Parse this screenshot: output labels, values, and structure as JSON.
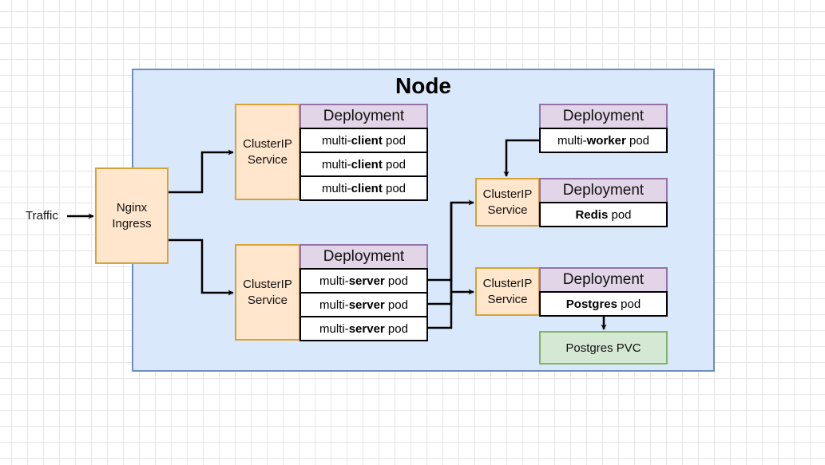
{
  "node": {
    "title": "Node"
  },
  "traffic": "Traffic",
  "ingress": {
    "line1": "Nginx",
    "line2": "Ingress"
  },
  "service": {
    "line1": "ClusterIP",
    "line2": "Service"
  },
  "deployment_label": "Deployment",
  "pod_prefix": "multi-",
  "pod_suffix": " pod",
  "client_name": "client",
  "server_name": "server",
  "worker_name": "worker",
  "redis_name": "Redis",
  "postgres_name": "Postgres",
  "pvc_label": "Postgres PVC"
}
